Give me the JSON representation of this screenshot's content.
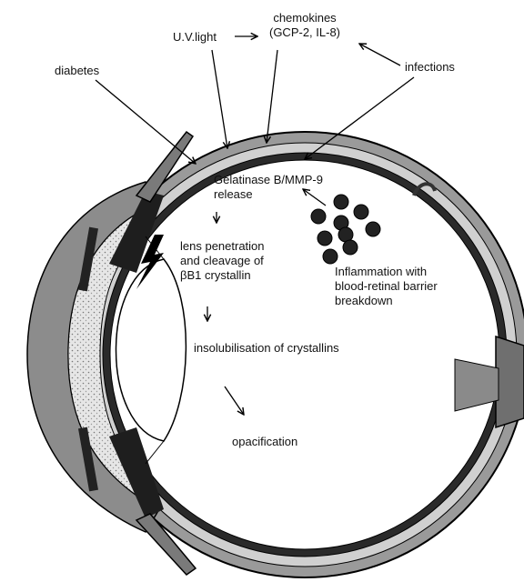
{
  "labels": {
    "uv": "U.V.light",
    "chemokines_line1": "chemokines",
    "chemokines_line2": "(GCP-2, IL-8)",
    "infections": "infections",
    "diabetes": "diabetes",
    "gelatinase_line1": "Gelatinase B/MMP-9",
    "gelatinase_line2": "release",
    "lens_line1": "lens penetration",
    "lens_line2": "and cleavage of",
    "lens_line3": "βB1 crystallin",
    "inflam_line1": "Inflammation with",
    "inflam_line2": "blood-retinal barrier",
    "inflam_line3": "breakdown",
    "insol": "insolubilisation of crystallins",
    "opac": "opacification"
  }
}
